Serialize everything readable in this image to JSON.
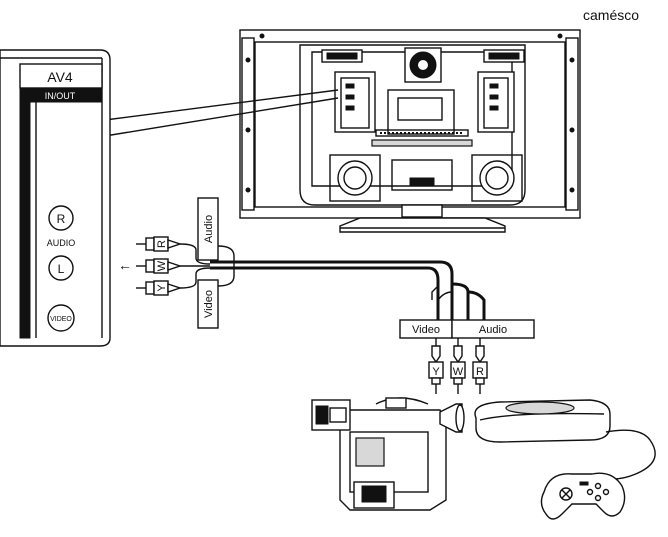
{
  "caption": "camésco",
  "panel": {
    "title": "AV4",
    "subtitle": "IN/OUT",
    "jack_r": "R",
    "audio_label": "AUDIO",
    "jack_l": "L",
    "video_jack": "VIDEO"
  },
  "tv_cable": {
    "audio_label": "Audio",
    "video_label": "Video",
    "plugs": [
      "R",
      "W",
      "Y"
    ],
    "arrow": "←"
  },
  "device_cable": {
    "video_label": "Video",
    "audio_label": "Audio",
    "plugs": [
      "Y",
      "W",
      "R"
    ]
  }
}
